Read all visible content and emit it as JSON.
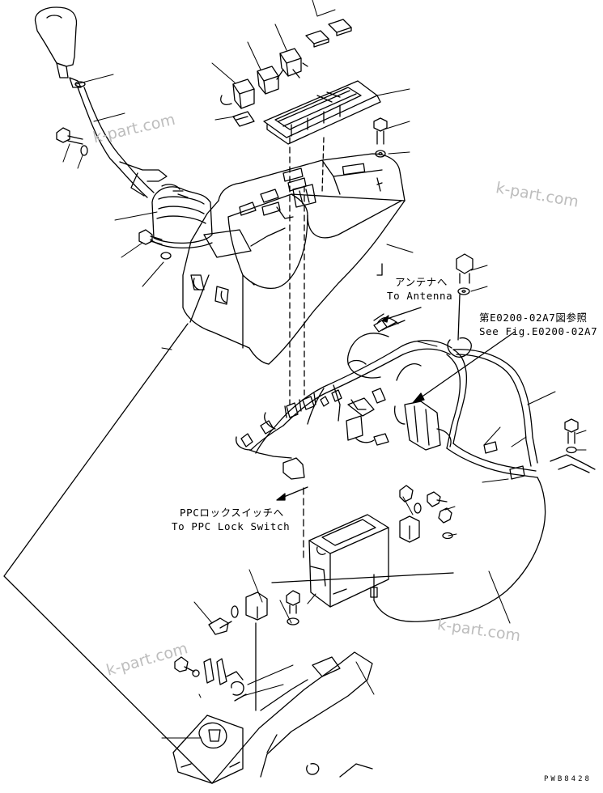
{
  "labels": {
    "antenna_jp": "アンテナへ",
    "antenna_en": "To Antenna",
    "fig_ref_jp": "第E0200-02A7図参照",
    "fig_ref_en": "See Fig.E0200-02A7",
    "ppc_jp": "PPCロックスイッチへ",
    "ppc_en": "To PPC Lock Switch"
  },
  "watermarks": [
    "k-part.com",
    "k-part.com",
    "k-part.com",
    "k-part.com"
  ],
  "drawing_code": "PWB8428",
  "colors": {
    "line": "#000000",
    "watermark": "#bdbdbd"
  }
}
